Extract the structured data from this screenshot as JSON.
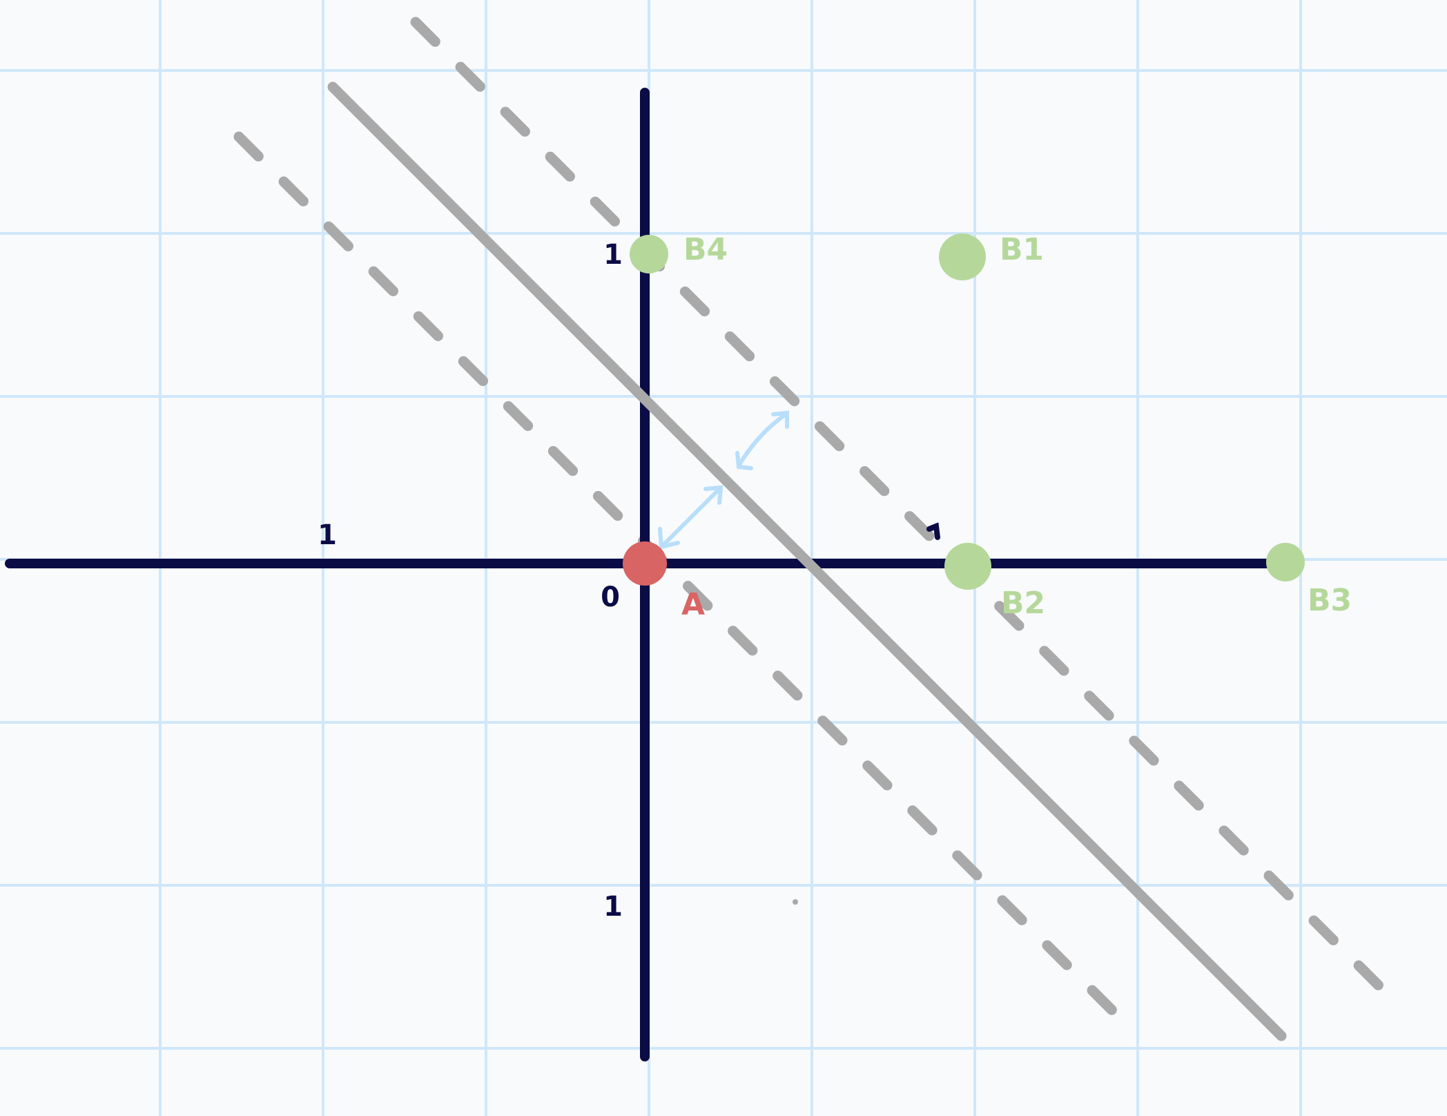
{
  "colors": {
    "background": "#f8fafc",
    "grid": "#cfe7f9",
    "axis": "#0b0b45",
    "guide_line": "#a9a9a9",
    "point_a": "#d96464",
    "points_b": "#b5d89a",
    "distance_arrow": "#b8defa"
  },
  "axes": {
    "origin_label": "0",
    "x_tick_label": "1",
    "y_tick_label_top": "1",
    "y_tick_label_bottom": "1"
  },
  "points": {
    "a_label": "A",
    "b1_label": "B1",
    "b2_label": "B2",
    "b3_label": "B3",
    "b4_label": "B4"
  }
}
